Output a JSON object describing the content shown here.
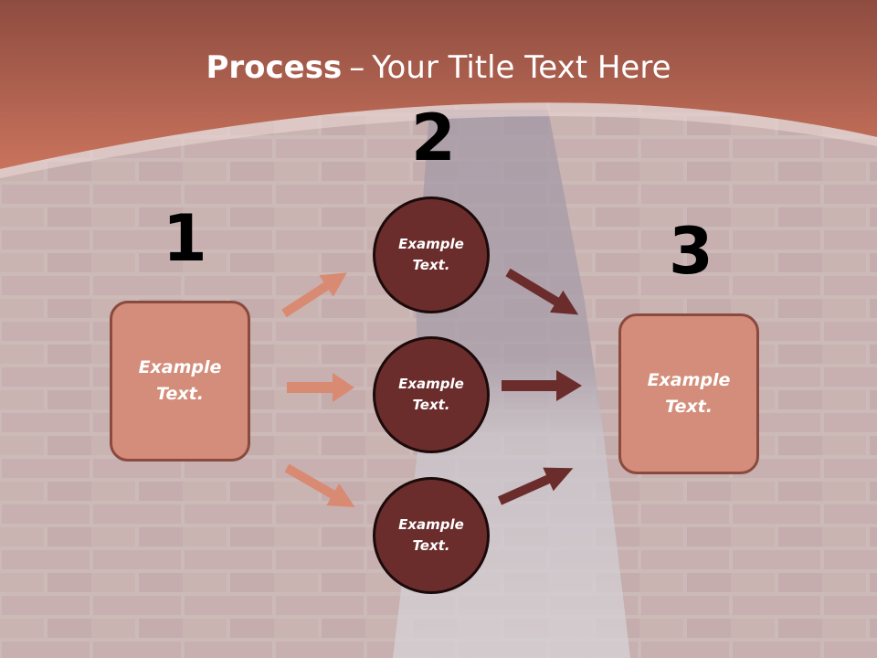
{
  "title": {
    "bold": "Process",
    "separator": "–",
    "rest": "Your Title Text Here"
  },
  "steps": [
    {
      "number": "1",
      "text": "Example Text."
    },
    {
      "number": "2",
      "text": "Example Text."
    },
    {
      "number": "3",
      "text": "Example Text."
    }
  ],
  "circles": [
    {
      "text": "Example Text."
    },
    {
      "text": "Example Text."
    },
    {
      "text": "Example Text."
    }
  ],
  "colors": {
    "header": "#c0705a",
    "box_fill": "#d38d7a",
    "circle_fill": "#6b2c2c",
    "arrow_light": "#d98a73",
    "arrow_dark": "#6b2c2c"
  }
}
